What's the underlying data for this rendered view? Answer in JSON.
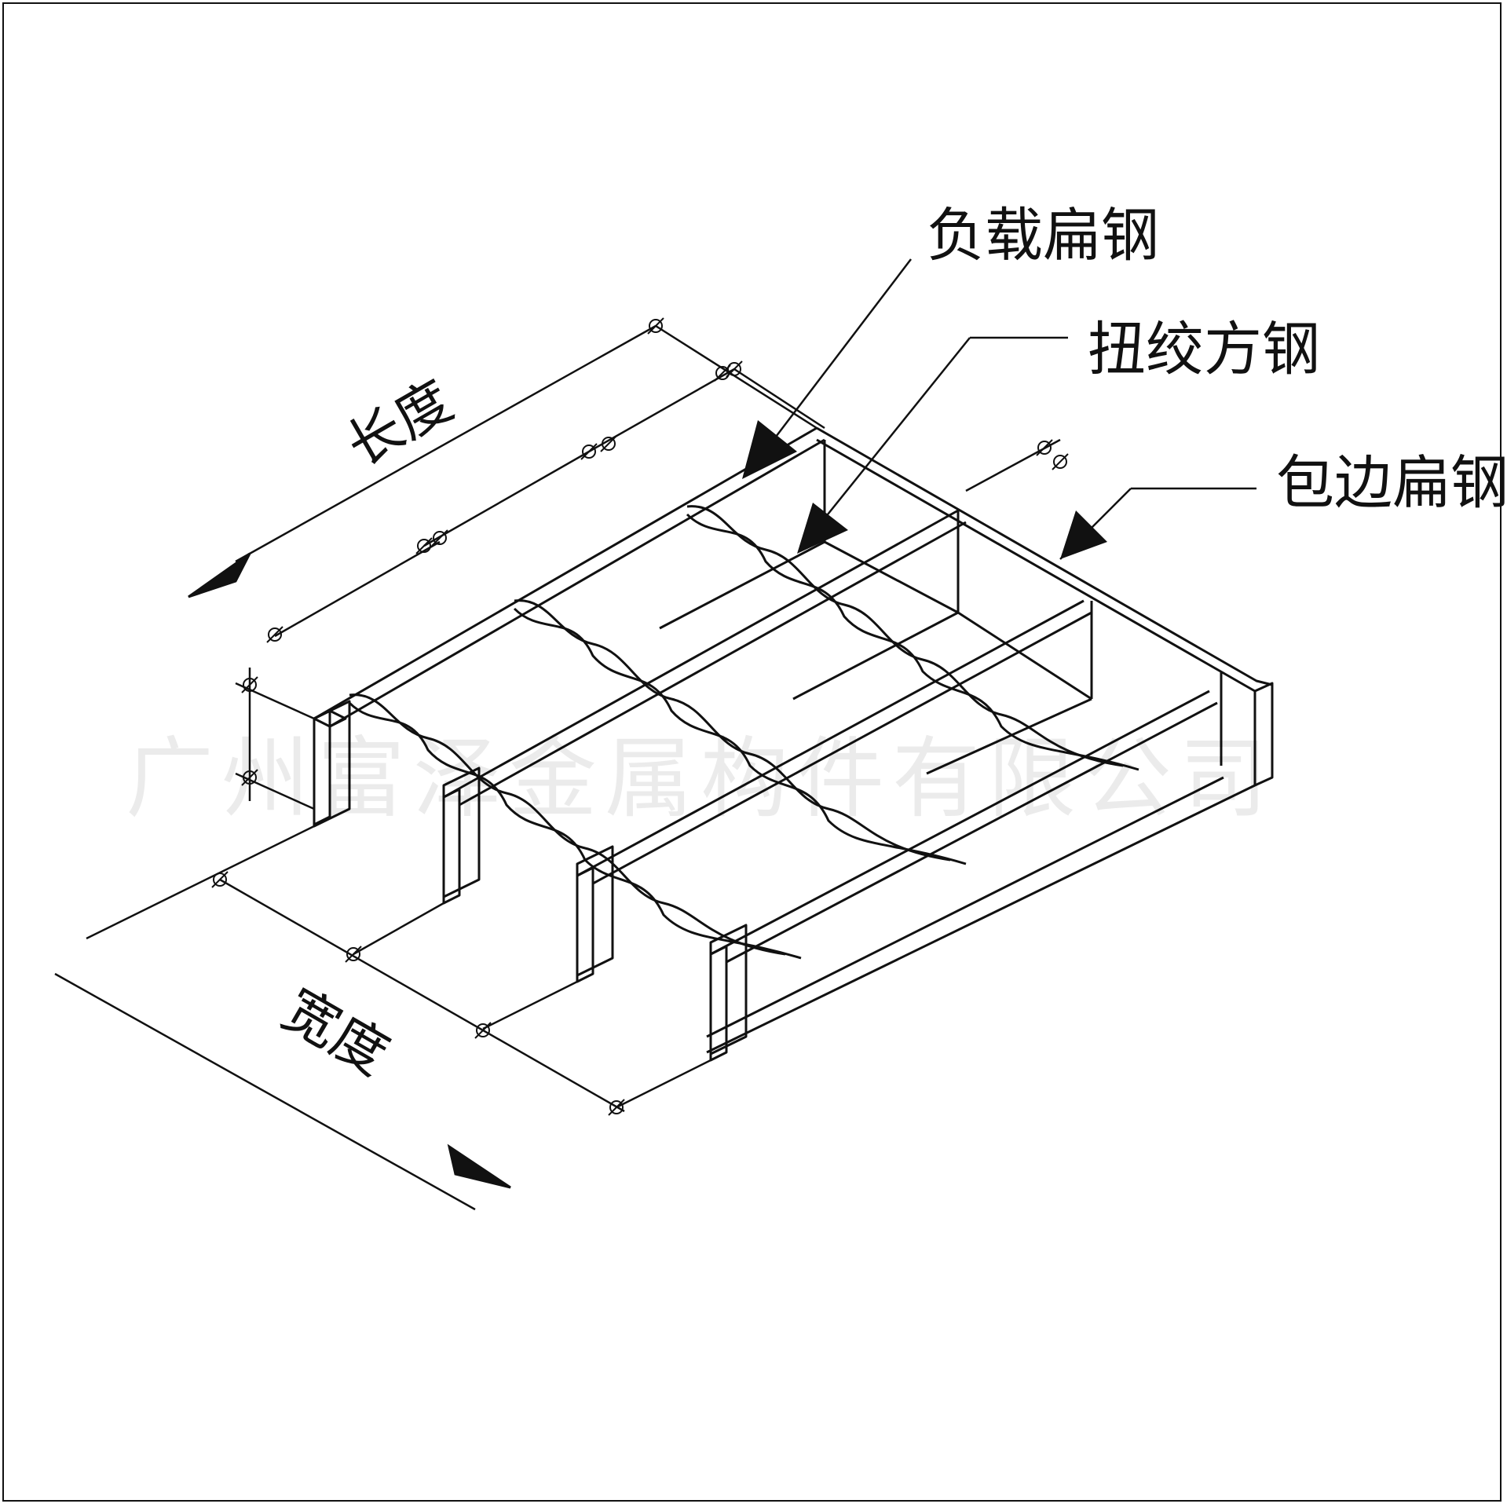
{
  "diagram": {
    "callouts": {
      "bearing_bar": "负载扁钢",
      "twisted_bar": "扭绞方钢",
      "edge_bar": "包边扁钢"
    },
    "dimensions": {
      "length": "长度",
      "width": "宽度"
    },
    "watermark": "广州富泽金属构件有限公司"
  }
}
